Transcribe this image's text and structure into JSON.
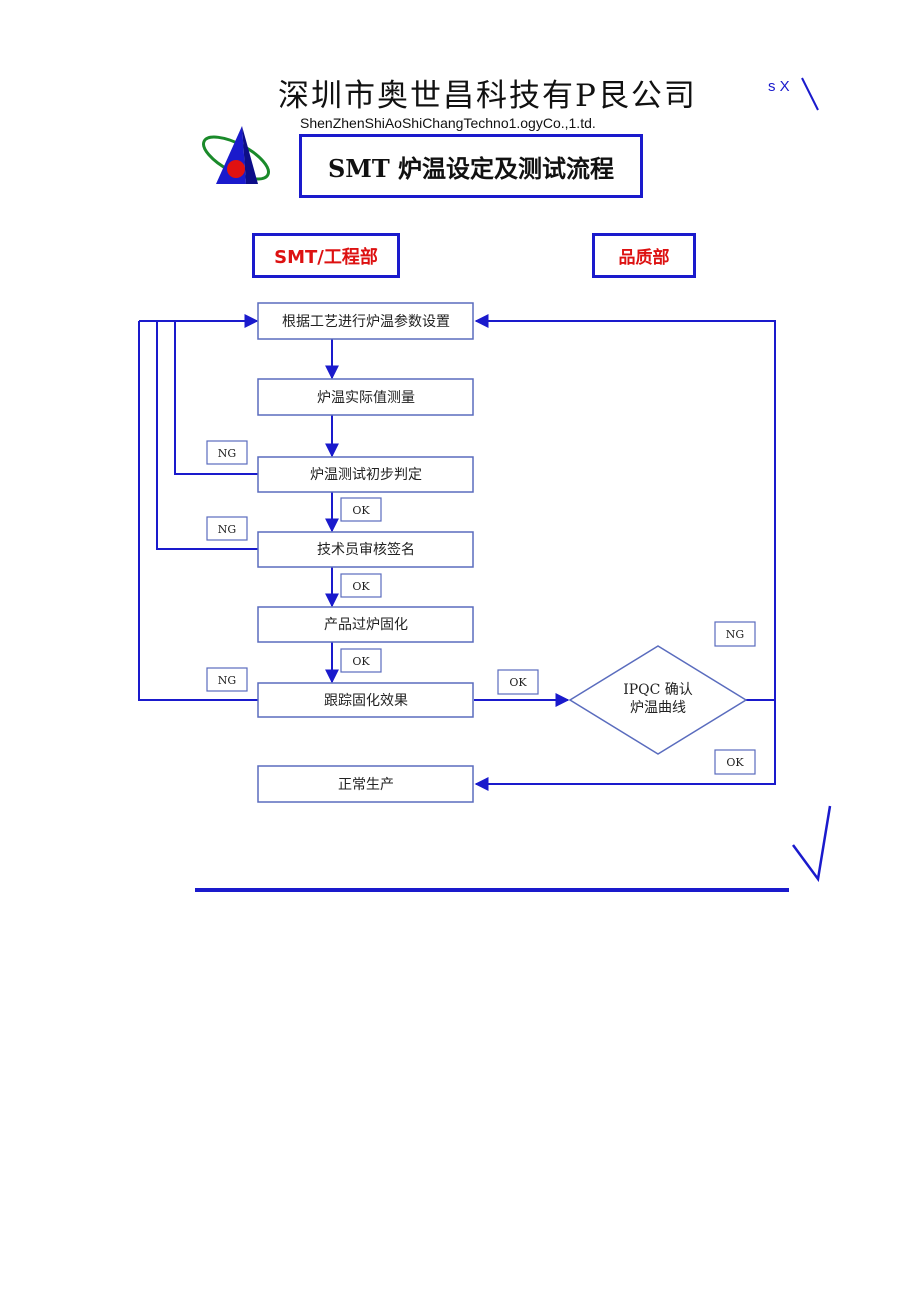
{
  "header": {
    "company_name": "深圳市奥世昌科技有P艮公司",
    "company_name_en": "ShenZhenShiAoShiChangTechno1.ogyCo.,1.td.",
    "corner_mark": "s X"
  },
  "title": "SMT 炉温设定及测试流程",
  "departments": {
    "smt": "SMT/工程部",
    "quality": "品质部"
  },
  "steps": {
    "set_params": "根据工艺进行炉温参数设置",
    "measure": "炉温实际值测量",
    "initial_judge": "炉温测试初步判定",
    "tech_review": "技术员审核签名",
    "cure": "产品过炉固化",
    "track": "跟踪固化效果",
    "normal": "正常生产"
  },
  "decision": {
    "line1": "IPQC 确认",
    "line2": "炉温曲线"
  },
  "labels": {
    "ng": "NG",
    "ok": "OK"
  },
  "colors": {
    "line": "#1a1acc",
    "box_border": "#5a6cbe",
    "dept_text": "#dd1111"
  }
}
